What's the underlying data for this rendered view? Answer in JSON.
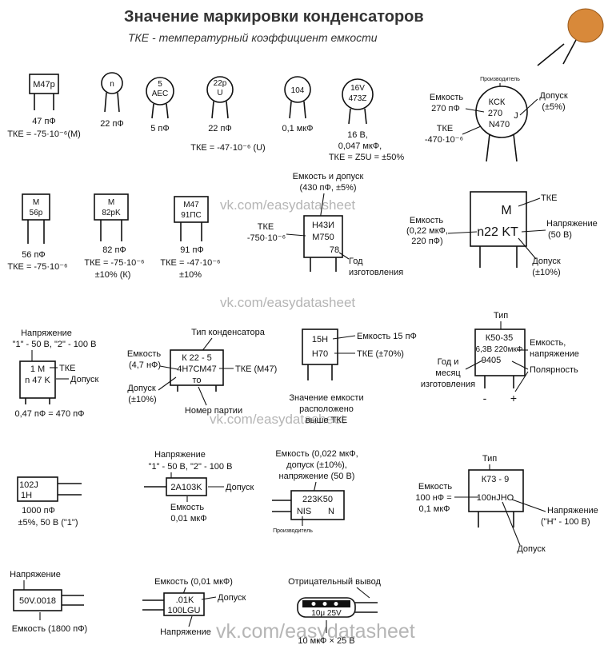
{
  "header": {
    "title": "Значение маркировки конденсаторов",
    "subtitle": "ТКЕ - температурный коэффициент емкости"
  },
  "watermark": {
    "text": "vk.com/easydatasheet"
  },
  "colors": {
    "ink": "#111111",
    "watermark": "#b5b5b5",
    "ceramic_disc": "#d8893a"
  },
  "row1": {
    "c1": {
      "mark": "M47p",
      "value": "47 пФ",
      "tke": "ТКЕ = -75·10⁻⁶(М)"
    },
    "c2": {
      "mark": "n",
      "value": "22 пФ"
    },
    "c3": {
      "mark1": "5",
      "mark2": "AEC",
      "value": "5 пФ"
    },
    "c4": {
      "mark1": "22p",
      "mark2": "U",
      "value": "22 пФ",
      "tke": "ТКЕ = -47·10⁻⁶ (U)"
    },
    "c5": {
      "mark": "104",
      "value": "0,1 мкФ"
    },
    "c6": {
      "mark1": "16V",
      "mark2": "473Z",
      "voltage": "16 В,",
      "cap": "0,047 мкФ,",
      "tke": "ТКЕ = Z5U = ±50%"
    },
    "c7": {
      "producer": "Производитель",
      "mark1": "КСК",
      "mark2": "270",
      "mark3": "N470",
      "mark_j": "J",
      "cap_label": "Емкость",
      "cap_value": "270 пФ",
      "tol_label": "Допуск",
      "tol_value": "(±5%)",
      "tke_label": "ТКЕ",
      "tke_value": "-470·10⁻⁶"
    }
  },
  "row2": {
    "c1": {
      "mark1": "M",
      "mark2": "56p",
      "value": "56 пФ",
      "tke": "ТКЕ = -75·10⁻⁶"
    },
    "c2": {
      "mark1": "M",
      "mark2": "82pK",
      "value": "82 пФ",
      "tke": "ТКЕ = -75·10⁻⁶",
      "tol": "±10% (К)"
    },
    "c3": {
      "mark1": "M47",
      "mark2": "91ПС",
      "value": "91 пФ",
      "tke": "ТКЕ = -47·10⁻⁶",
      "tol": "±10%"
    },
    "c4": {
      "top_label1": "Емкость и допуск",
      "top_label2": "(430 пФ, ±5%)",
      "mark1": "Н43И",
      "mark2": "М750",
      "mark3": "78",
      "tke_label": "ТКЕ",
      "tke_value": "-750·10⁻⁶",
      "year_label1": "Год",
      "year_label2": "изготовления"
    },
    "c5": {
      "mark1": "M",
      "mark2": "n22 KT",
      "tke_label": "ТКЕ",
      "cap_label": "Емкость",
      "cap_value1": "(0,22 мкФ,",
      "cap_value2": "220 пФ)",
      "volt_label": "Напряжение",
      "volt_value": "(50 В)",
      "tol_label": "Допуск",
      "tol_value": "(±10%)"
    }
  },
  "row3": {
    "c1": {
      "label1": "Напряжение",
      "label2": "\"1\" - 50 В, \"2\" - 100 В",
      "mark1": "1 M",
      "mark2": "n 47 K",
      "tke_label": "ТКЕ",
      "tol_label": "Допуск",
      "value": "0,47 пФ = 470 пФ"
    },
    "c2": {
      "type_label": "Тип конденсатора",
      "mark1": "К 22 - 5",
      "mark2": "4Н7СМ47",
      "mark3": "то",
      "cap_label": "Емкость",
      "cap_value": "(4,7 нФ)",
      "tke_label": "ТКЕ (М47)",
      "tol_label": "Допуск",
      "tol_value": "(±10%)",
      "batch_label": "Номер партии"
    },
    "c3": {
      "mark1": "15H",
      "mark2": "H70",
      "cap_label": "Емкость 15 пФ",
      "tke_label": "ТКЕ (±70%)",
      "note1": "Значение емкости",
      "note2": "расположено",
      "note3": "выше ТКЕ"
    },
    "c4": {
      "type_label": "Тип",
      "mark1": "К50-35",
      "mark2": "6,3В 220мкФ",
      "mark3": "9405",
      "cap_label1": "Емкость,",
      "cap_label2": "напряжение",
      "year_label1": "Год и",
      "year_label2": "месяц",
      "year_label3": "изготовления",
      "polarity_label": "Полярность",
      "minus": "-",
      "plus": "+"
    }
  },
  "row4": {
    "c1": {
      "mark1": "102J",
      "mark2": "1H",
      "value": "1000 пФ",
      "tol": "±5%, 50 В (\"1\")"
    },
    "c2": {
      "label1": "Напряжение",
      "label2": "\"1\" - 50 В, \"2\" - 100 В",
      "mark": "2A103K",
      "tol_label": "Допуск",
      "cap_label": "Емкость",
      "cap_value": "0,01 мкФ"
    },
    "c3": {
      "label1": "Емкость (0,022 мкФ,",
      "label2": "допуск (±10%),",
      "label3": "напряжение (50 В)",
      "mark1": "223K50",
      "mark2": "NIS",
      "mark3": "N",
      "producer": "Производитель"
    },
    "c4": {
      "type_label": "Тип",
      "mark1": "К73 - 9",
      "mark2": "100нJНО",
      "cap_label": "Емкость",
      "cap_value1": "100 нФ =",
      "cap_value2": "0,1 мкФ",
      "volt_label": "Напряжение",
      "volt_value": "(\"Н\" - 100 В)",
      "tol_label": "Допуск"
    }
  },
  "row5": {
    "c1": {
      "label": "Напряжение",
      "mark": "50V.0018",
      "value": "Емкость (1800 пФ)"
    },
    "c2": {
      "cap_label": "Емкость (0,01 мкФ)",
      "mark1": ".01K",
      "mark2": "100LGU",
      "tol_label": "Допуск",
      "volt_label": "Напряжение"
    },
    "c3": {
      "label": "Отрицательный вывод",
      "mark1": "10μ 25V",
      "value": "10 мкФ × 25 В"
    }
  }
}
